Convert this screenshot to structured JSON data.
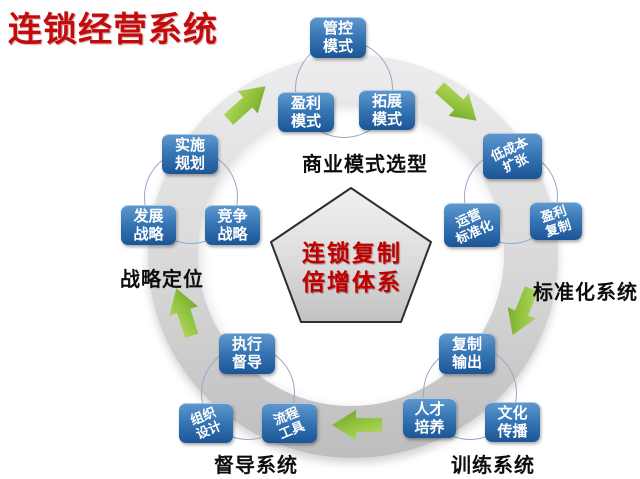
{
  "title": "连锁经营系统",
  "center": {
    "text": "连锁复制\n倍增体系"
  },
  "colors": {
    "title_red": "#C40B0B",
    "center_red": "#C00000",
    "node_blue_top": "#5E97CD",
    "node_blue_bottom": "#1C5596",
    "arrow_green": "#8FC23C",
    "ring_gray": "#D8D8D8",
    "pentagon_gray": "#D6D6D6"
  },
  "clusters": [
    {
      "label": "商业模式选型",
      "boxes": [
        "管控\n模式",
        "盈利\n模式",
        "拓展\n模式"
      ]
    },
    {
      "label": "战略定位",
      "boxes": [
        "实施\n规划",
        "发展\n战略",
        "竞争\n战略"
      ]
    },
    {
      "label": "标准化系统",
      "boxes": [
        "低成本\n扩张",
        "运营\n标准化",
        "盈利\n复制"
      ]
    },
    {
      "label": "训练系统",
      "boxes": [
        "复制\n输出",
        "人才\n培养",
        "文化\n传播"
      ]
    },
    {
      "label": "督导系统",
      "boxes": [
        "执行\n督导",
        "组织\n设计",
        "流程\n工具"
      ]
    }
  ]
}
